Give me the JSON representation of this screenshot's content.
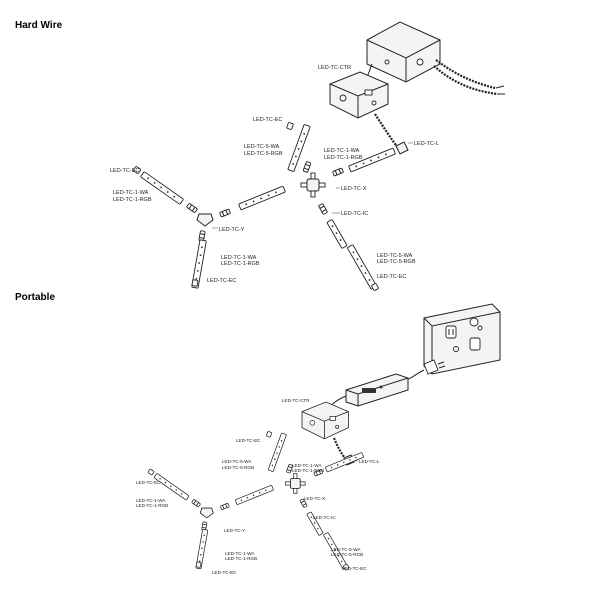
{
  "sections": {
    "hardwire": {
      "title": "Hard Wire",
      "labels": {
        "ctr": "LED-TC-CTR",
        "l": "LED-TC-L",
        "ec_top": "LED-TC-EC",
        "wa5_top": "LED-TC-5-WA",
        "rgb5_top": "LED-TC-5-RGB",
        "wa1_mid": "LED-TC-1-WA",
        "rgb1_mid": "LED-TC-1-RGB",
        "ec_left": "LED-TC-EC",
        "wa1_left": "LED-TC-1-WA",
        "rgb1_left": "LED-TC-1-RGB",
        "x": "LED-TC-X",
        "ic": "LED-TC-IC",
        "y": "LED-TC-Y",
        "wa1_bottom": "LED-TC-1-WA",
        "rgb1_bottom": "LED-TC-1-RGB",
        "ec_bottom": "LED-TC-EC",
        "wa5_right": "LED-TC-5-WA",
        "rgb5_right": "LED-TC-5-RGB",
        "ec_right": "LED-TC-EC"
      }
    },
    "portable": {
      "title": "Portable",
      "labels": {
        "ctr": "LED-TC-CTR",
        "l": "LED-TC-L",
        "ec_top": "LED-TC-EC",
        "wa5_top": "LED-TC-5-WA",
        "rgb5_top": "LED-TC-5-RGB",
        "wa1_mid": "LED-TC-1-WA",
        "rgb1_mid": "LED-TC-1-RGB",
        "ec_left": "LED-TC-EC",
        "wa1_left": "LED-TC-1-WA",
        "rgb1_left": "LED-TC-1-RGB",
        "x": "LED-TC-X",
        "ic": "LED-TC-IC",
        "y": "LED-TC-Y",
        "wa1_bottom": "LED-TC-1-WA",
        "rgb1_bottom": "LED-TC-1-RGB",
        "ec_bottom": "LED-TC-EC",
        "wa5_right": "LED-TC-5-WA",
        "rgb5_right": "LED-TC-5-RGB",
        "ec_right": "LED-TC-EC"
      }
    }
  }
}
